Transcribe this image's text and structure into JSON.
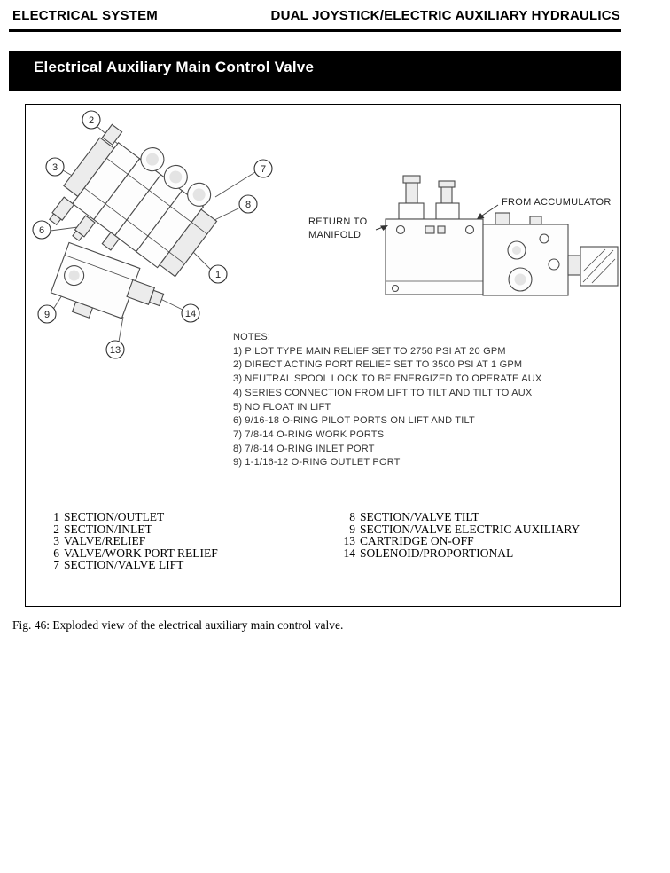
{
  "colors": {
    "banner_bg": "#000000",
    "banner_text": "#ffffff"
  },
  "header": {
    "left": "ELECTRICAL SYSTEM",
    "right": "DUAL JOYSTICK/ELECTRIC AUXILIARY HYDRAULICS"
  },
  "section": {
    "title": "Electrical Auxiliary Main Control Valve"
  },
  "figure": {
    "labels": {
      "return_to_manifold": "RETURN TO\nMANIFOLD",
      "from_accumulator": "FROM ACCUMULATOR"
    },
    "callouts": [
      "2",
      "3",
      "7",
      "8",
      "6",
      "1",
      "9",
      "14",
      "13"
    ],
    "notes": {
      "title": "NOTES:",
      "items": [
        "1) PILOT TYPE MAIN RELIEF SET TO 2750 PSI AT 20 GPM",
        "2) DIRECT ACTING PORT RELIEF SET TO 3500 PSI AT 1 GPM",
        "3) NEUTRAL SPOOL LOCK TO BE ENERGIZED TO OPERATE AUX",
        "4) SERIES CONNECTION FROM LIFT TO TILT AND TILT TO AUX",
        "5) NO FLOAT IN LIFT",
        "6) 9/16-18 O-RING PILOT PORTS ON LIFT AND TILT",
        "7) 7/8-14 O-RING WORK PORTS",
        "8) 7/8-14 O-RING INLET PORT",
        "9) 1-1/16-12 O-RING OUTLET PORT"
      ]
    },
    "legend_left": [
      {
        "num": "1",
        "label": "SECTION/OUTLET"
      },
      {
        "num": "2",
        "label": "SECTION/INLET"
      },
      {
        "num": "3",
        "label": "VALVE/RELIEF"
      },
      {
        "num": "6",
        "label": "VALVE/WORK PORT RELIEF"
      },
      {
        "num": "7",
        "label": "SECTION/VALVE LIFT"
      }
    ],
    "legend_right": [
      {
        "num": "8",
        "label": "SECTION/VALVE TILT"
      },
      {
        "num": "9",
        "label": "SECTION/VALVE ELECTRIC AUXILIARY"
      },
      {
        "num": "13",
        "label": "CARTRIDGE ON-OFF"
      },
      {
        "num": "14",
        "label": "SOLENOID/PROPORTIONAL"
      }
    ]
  },
  "caption": "Fig. 46: Exploded view of the electrical auxiliary main control valve."
}
